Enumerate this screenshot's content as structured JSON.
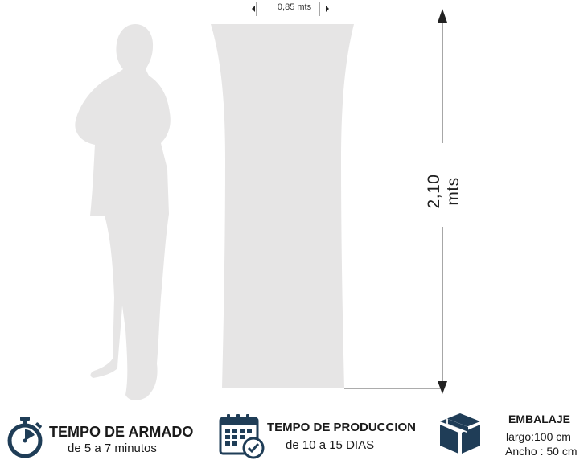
{
  "dimensions": {
    "width_label": "0,85 mts",
    "height_label": "2,10 mts"
  },
  "features": {
    "armado": {
      "icon": "stopwatch-icon",
      "title": "TEMPO DE ARMADO",
      "detail": "de 5 a 7  minutos"
    },
    "produccion": {
      "icon": "calendar-check-icon",
      "title": "TEMPO DE PRODUCCION",
      "detail": "de 10 a 15 DIAS"
    },
    "embalaje": {
      "icon": "box-icon",
      "title": "EMBALAJE",
      "largo": "largo:100 cm",
      "ancho": "Ancho : 50 cm"
    }
  },
  "colors": {
    "silhouette": "#e6e5e5",
    "icon": "#1f3d57",
    "text": "#1a1a1a"
  }
}
